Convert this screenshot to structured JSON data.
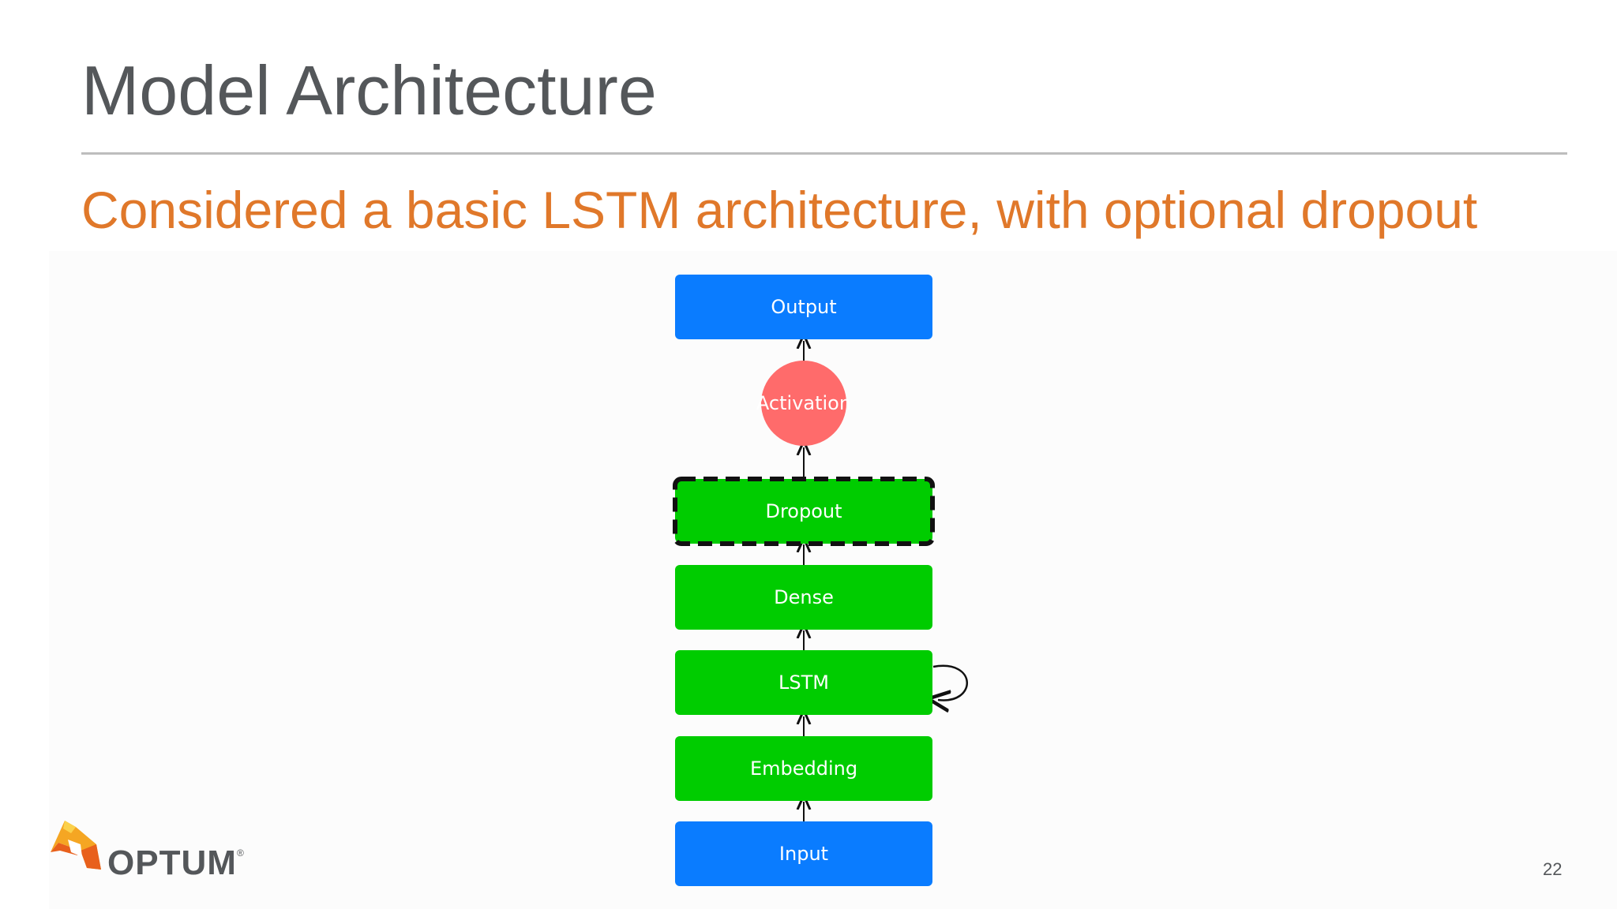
{
  "slide": {
    "title": "Model Architecture",
    "subtitle": "Considered a basic LSTM architecture, with optional dropout",
    "page_number": "22"
  },
  "logo": {
    "text": "OPTUM",
    "registered_mark": "®"
  },
  "diagram": {
    "nodes": {
      "output": "Output",
      "activation": "Activation",
      "dropout": "Dropout",
      "dense": "Dense",
      "lstm": "LSTM",
      "embedding": "Embedding",
      "input": "Input"
    },
    "colors": {
      "io": "#0a7cff",
      "layer": "#00cc00",
      "activation": "#ff6b6b",
      "title": "#54575a",
      "subtitle": "#e0782a"
    },
    "edges": [
      [
        "input",
        "embedding"
      ],
      [
        "embedding",
        "lstm"
      ],
      [
        "lstm",
        "lstm"
      ],
      [
        "lstm",
        "dense"
      ],
      [
        "dense",
        "dropout"
      ],
      [
        "dropout",
        "activation"
      ],
      [
        "activation",
        "output"
      ]
    ],
    "optional_layer": "dropout"
  }
}
